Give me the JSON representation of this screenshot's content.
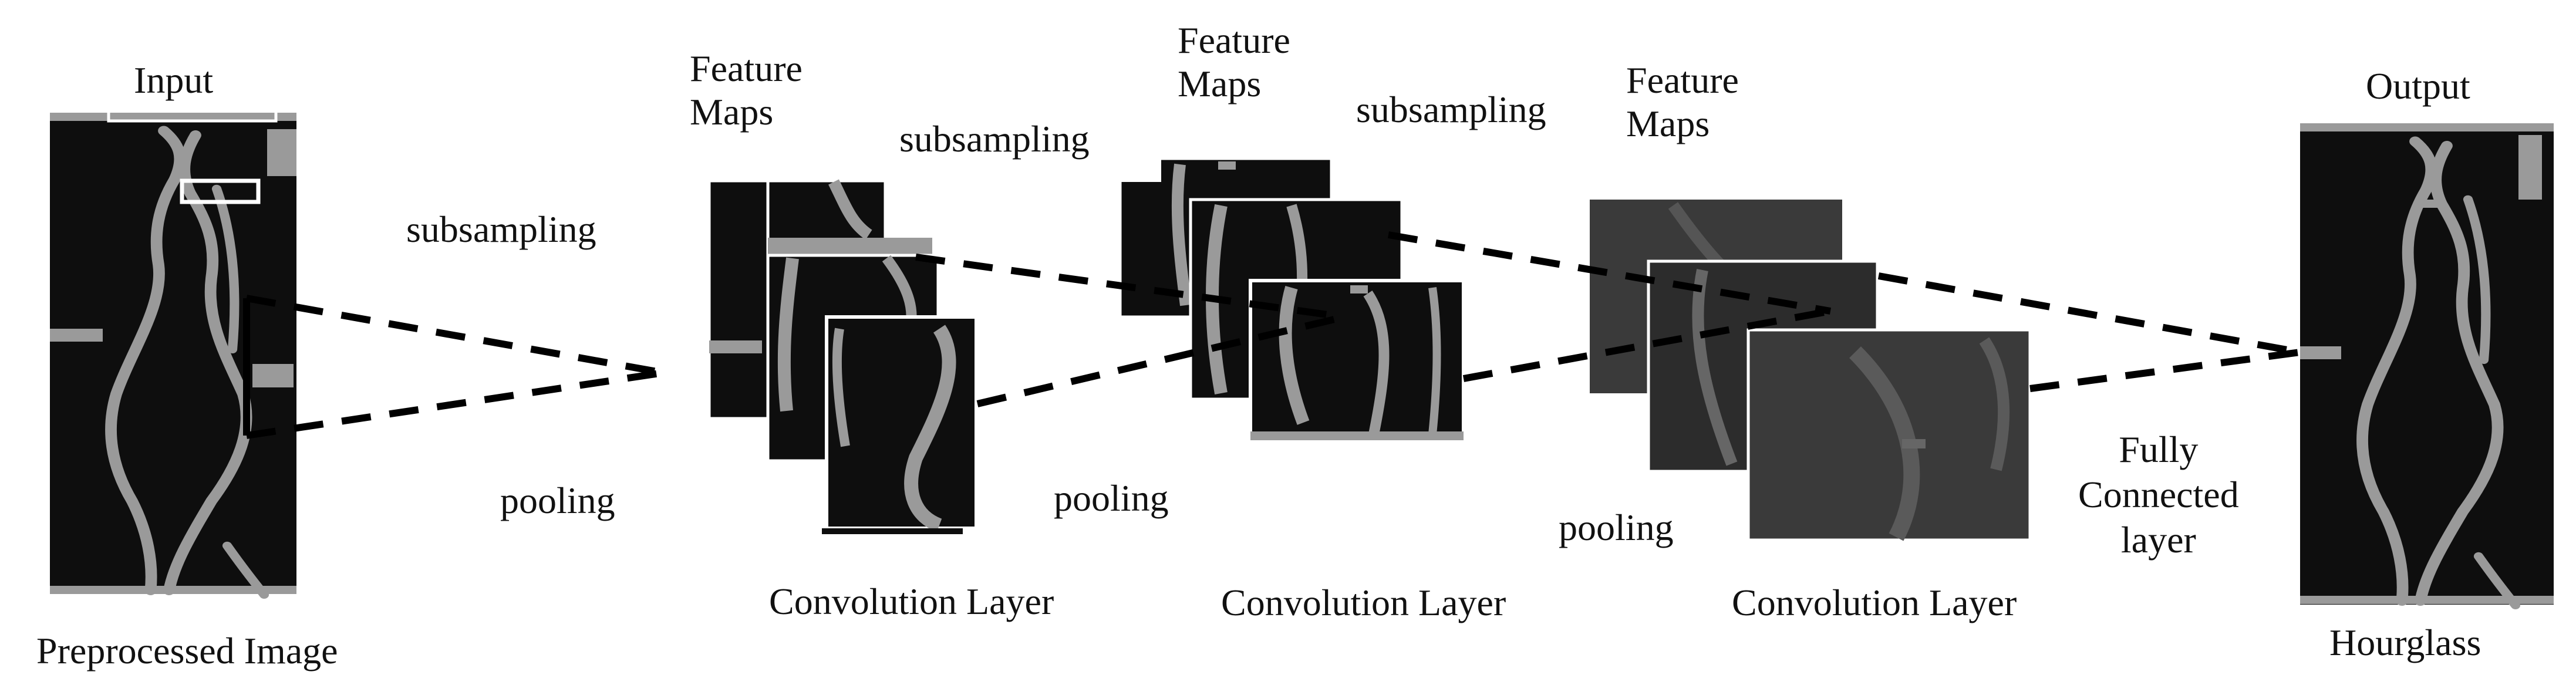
{
  "labels": {
    "input": "Input",
    "preprocessed_image": "Preprocessed Image",
    "subsampling_1": "subsampling",
    "pooling_1": "pooling",
    "feature_maps_1": "Feature\nMaps",
    "convolution_layer_1": "Convolution Layer",
    "subsampling_2": "subsampling",
    "pooling_2": "pooling",
    "feature_maps_2": "Feature\nMaps",
    "convolution_layer_2": "Convolution Layer",
    "subsampling_3": "subsampling",
    "pooling_3": "pooling",
    "feature_maps_3": "Feature\nMaps",
    "convolution_layer_3": "Convolution Layer",
    "fully_connected": "Fully\nConnected\nlayer",
    "output": "Output",
    "hourglass": "Hourglass"
  },
  "colors": {
    "panel_dark": "#0e0e0e",
    "panel_dim": "#3a3a3a",
    "figure_gray": "#9a9a9a",
    "connector": "#000000"
  }
}
